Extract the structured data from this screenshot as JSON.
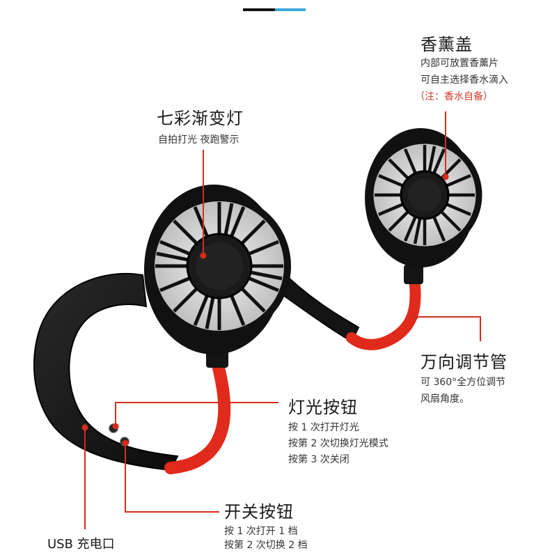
{
  "top_bar": {
    "dark_color": "#111111",
    "light_color": "#3aa7d8"
  },
  "callouts": {
    "aroma_cap": {
      "title": "香薰盖",
      "lines": [
        "内部可放置香薰片",
        "可自主选择香水滴入"
      ],
      "note": "（注：香水自备）"
    },
    "rainbow_light": {
      "title": "七彩渐变灯",
      "lines": [
        "自拍打光 夜跑警示"
      ]
    },
    "adjust_tube": {
      "title": "万向调节管",
      "lines": [
        "可 360°全方位调节",
        "风扇角度。"
      ]
    },
    "light_button": {
      "title": "灯光按钮",
      "lines": [
        "按 1 次打开灯光",
        "按第 2 次切换灯光模式",
        "按第 3 次关闭"
      ]
    },
    "power_button": {
      "title": "开关按钮",
      "lines": [
        "按 1 次打开 1 档",
        "按第 2 次切换 2 档"
      ]
    },
    "usb_port": {
      "title": "USB 充电口"
    }
  },
  "colors": {
    "accent_red": "#d42c1e",
    "body_black": "#151515",
    "tube_red": "#e02a1c"
  }
}
